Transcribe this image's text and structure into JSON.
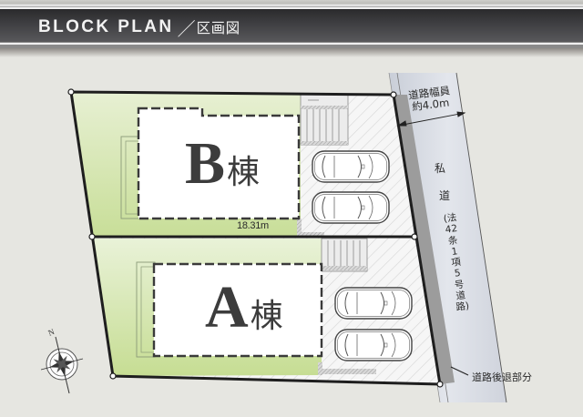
{
  "header": {
    "title_en": "BLOCK PLAN",
    "separator": "／",
    "title_ja": "区画図"
  },
  "plan": {
    "buildings": [
      {
        "id": "B",
        "letter": "B",
        "suffix": "棟"
      },
      {
        "id": "A",
        "letter": "A",
        "suffix": "棟"
      }
    ],
    "dimension": "18.31m",
    "road": {
      "width_label_line1": "道路幅員",
      "width_label_line2": "約4.0m",
      "name_char1": "私",
      "name_char2": "道",
      "legal_note": "(法42条1項5号道路)"
    },
    "setback_label": "道路後退部分",
    "compass": {
      "north_label": "N"
    },
    "parking_spaces_per_lot": 2,
    "colors": {
      "background": "#e6e6e1",
      "garden_green": "#cfe3a6",
      "road": "#d6dbe4",
      "setback": "#9a9a9a",
      "building": "#ffffff",
      "boundary": "#1e1e1e"
    }
  }
}
